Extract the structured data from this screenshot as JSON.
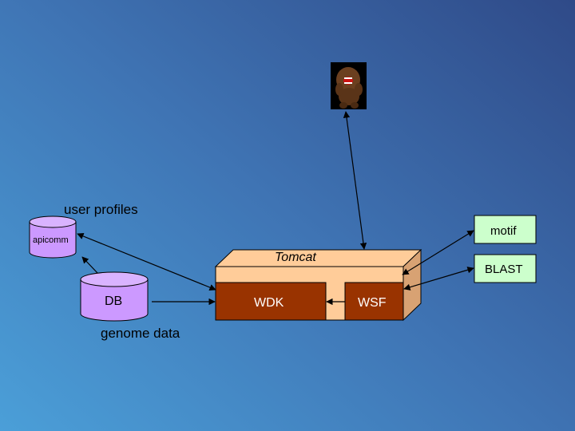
{
  "labels": {
    "user_profiles": "user profiles",
    "apicomm": "apicomm",
    "db": "DB",
    "genome_data": "genome data",
    "tomcat": "Tomcat",
    "wdk": "WDK",
    "wsf": "WSF",
    "motif": "motif",
    "blast": "BLAST"
  },
  "colors": {
    "cylinder": "#cc99ff",
    "tomcat_face": "#ffcc99",
    "tomcat_side": "#d8a273",
    "component": "#993300",
    "service_box": "#ccffcc",
    "arrow": "#000000"
  },
  "icons": {
    "user": "brown-monster-figure"
  }
}
